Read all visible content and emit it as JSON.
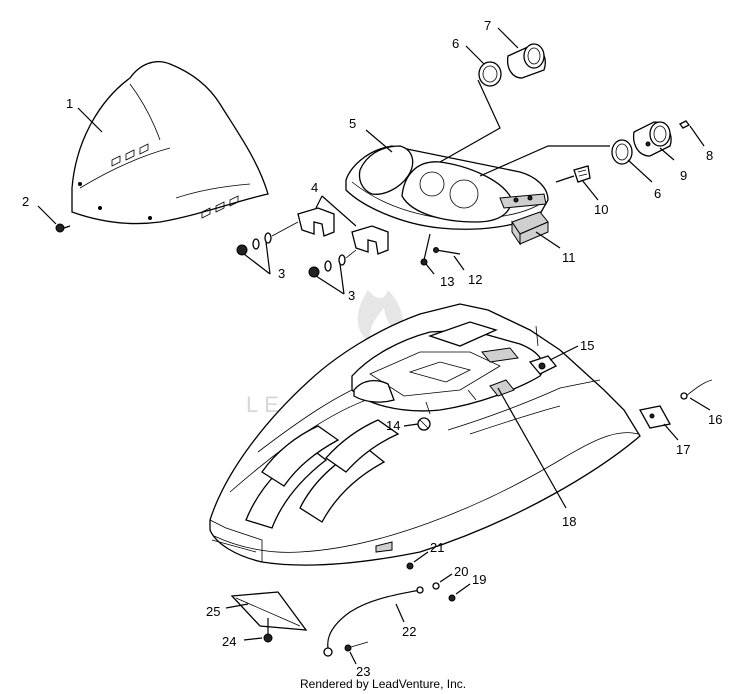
{
  "diagram": {
    "watermark": "LEADVENTURE",
    "credit": "Rendered by LeadVenture, Inc.",
    "callouts": [
      {
        "id": "1",
        "text": "1"
      },
      {
        "id": "2",
        "text": "2"
      },
      {
        "id": "3a",
        "text": "3"
      },
      {
        "id": "3b",
        "text": "3"
      },
      {
        "id": "4",
        "text": "4"
      },
      {
        "id": "5",
        "text": "5"
      },
      {
        "id": "6a",
        "text": "6"
      },
      {
        "id": "6b",
        "text": "6"
      },
      {
        "id": "7",
        "text": "7"
      },
      {
        "id": "8",
        "text": "8"
      },
      {
        "id": "9",
        "text": "9"
      },
      {
        "id": "10",
        "text": "10"
      },
      {
        "id": "11",
        "text": "11"
      },
      {
        "id": "12",
        "text": "12"
      },
      {
        "id": "13",
        "text": "13"
      },
      {
        "id": "14",
        "text": "14"
      },
      {
        "id": "15",
        "text": "15"
      },
      {
        "id": "16",
        "text": "16"
      },
      {
        "id": "17",
        "text": "17"
      },
      {
        "id": "18",
        "text": "18"
      },
      {
        "id": "19",
        "text": "19"
      },
      {
        "id": "20",
        "text": "20"
      },
      {
        "id": "21",
        "text": "21"
      },
      {
        "id": "22",
        "text": "22"
      },
      {
        "id": "23",
        "text": "23"
      },
      {
        "id": "24",
        "text": "24"
      },
      {
        "id": "25",
        "text": "25"
      }
    ]
  }
}
